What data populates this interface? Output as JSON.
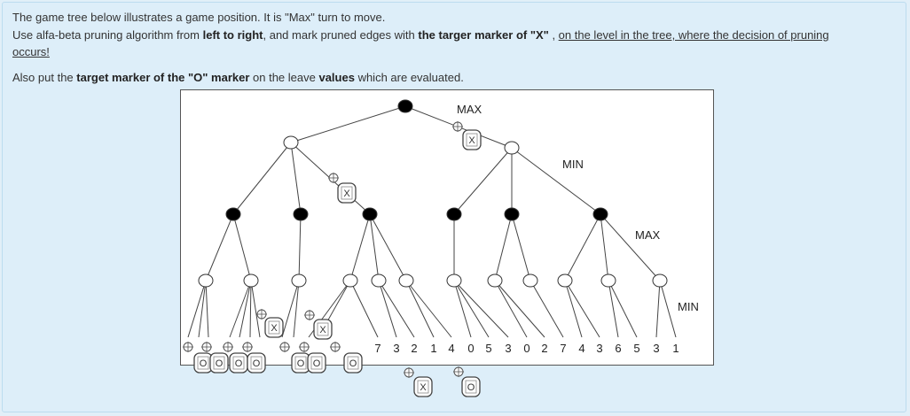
{
  "instructions": {
    "line1": "The game tree below illustrates a game position. It is \"Max\" turn to move.",
    "line2_a": "Use alfa-beta pruning algorithm from ",
    "line2_b": "left to right",
    "line2_c": ", and mark pruned edges with ",
    "line2_d": "the targer marker of \"X\"",
    "line2_e": " , ",
    "line2_f": "on the level in the tree, where the decision of pruning occurs!",
    "line3_a": "Also put the ",
    "line3_b": "target marker of the \"O\" marker",
    "line3_c": " on the leave ",
    "line3_d": "values",
    "line3_e": " which are evaluated."
  },
  "tree": {
    "levels": [
      "MAX",
      "MIN",
      "MAX",
      "MIN"
    ],
    "leaf_values": [
      "7",
      "3",
      "2",
      "1",
      "4",
      "0",
      "5",
      "3",
      "0",
      "2",
      "7",
      "4",
      "3",
      "6",
      "5",
      "3",
      "1"
    ]
  },
  "markers": {
    "x_label": "X",
    "o_label": "O"
  },
  "colors": {
    "background": "#ddeef9",
    "node_max": "#000000",
    "node_min": "#ffffff"
  }
}
